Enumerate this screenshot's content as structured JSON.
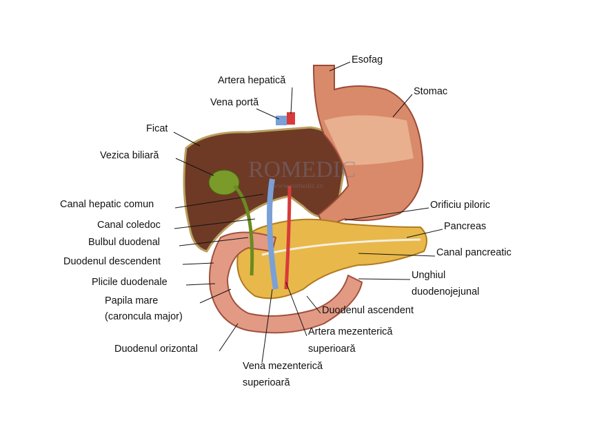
{
  "watermark": {
    "brand": "ROMEDIC",
    "url": "www.romedic.ro"
  },
  "labels": {
    "esofag": "Esofag",
    "artera_hepatica": "Artera hepatică",
    "stomac": "Stomac",
    "vena_porta": "Vena portă",
    "ficat": "Ficat",
    "vezica_biliara": "Vezica biliară",
    "canal_hepatic_comun": "Canal hepatic comun",
    "orificiu_piloric": "Orificiu piloric",
    "pancreas": "Pancreas",
    "canal_coledoc": "Canal coledoc",
    "bulbul_duodenal": "Bulbul duodenal",
    "canal_pancreatic": "Canal pancreatic",
    "duodenul_descendent": "Duodenul descendent",
    "unghiul_line1": "Unghiul",
    "unghiul_line2": "duodenojejunal",
    "plicile_duodenale": "Plicile duodenale",
    "papila_line1": "Papila mare",
    "papila_line2": "(caroncula major)",
    "duodenul_ascendent": "Duodenul ascendent",
    "artera_mez_line1": "Artera mezenterică",
    "artera_mez_line2": "superioară",
    "duodenul_orizontal": "Duodenul orizontal",
    "vena_mez_line1": "Vena mezenterică",
    "vena_mez_line2": "superioară"
  },
  "colors": {
    "liver": "#6e3a26",
    "stomach": "#d98a6a",
    "pancreas": "#e8b84a",
    "duodenum": "#e29a84",
    "gallbladder": "#7a9a2a"
  }
}
